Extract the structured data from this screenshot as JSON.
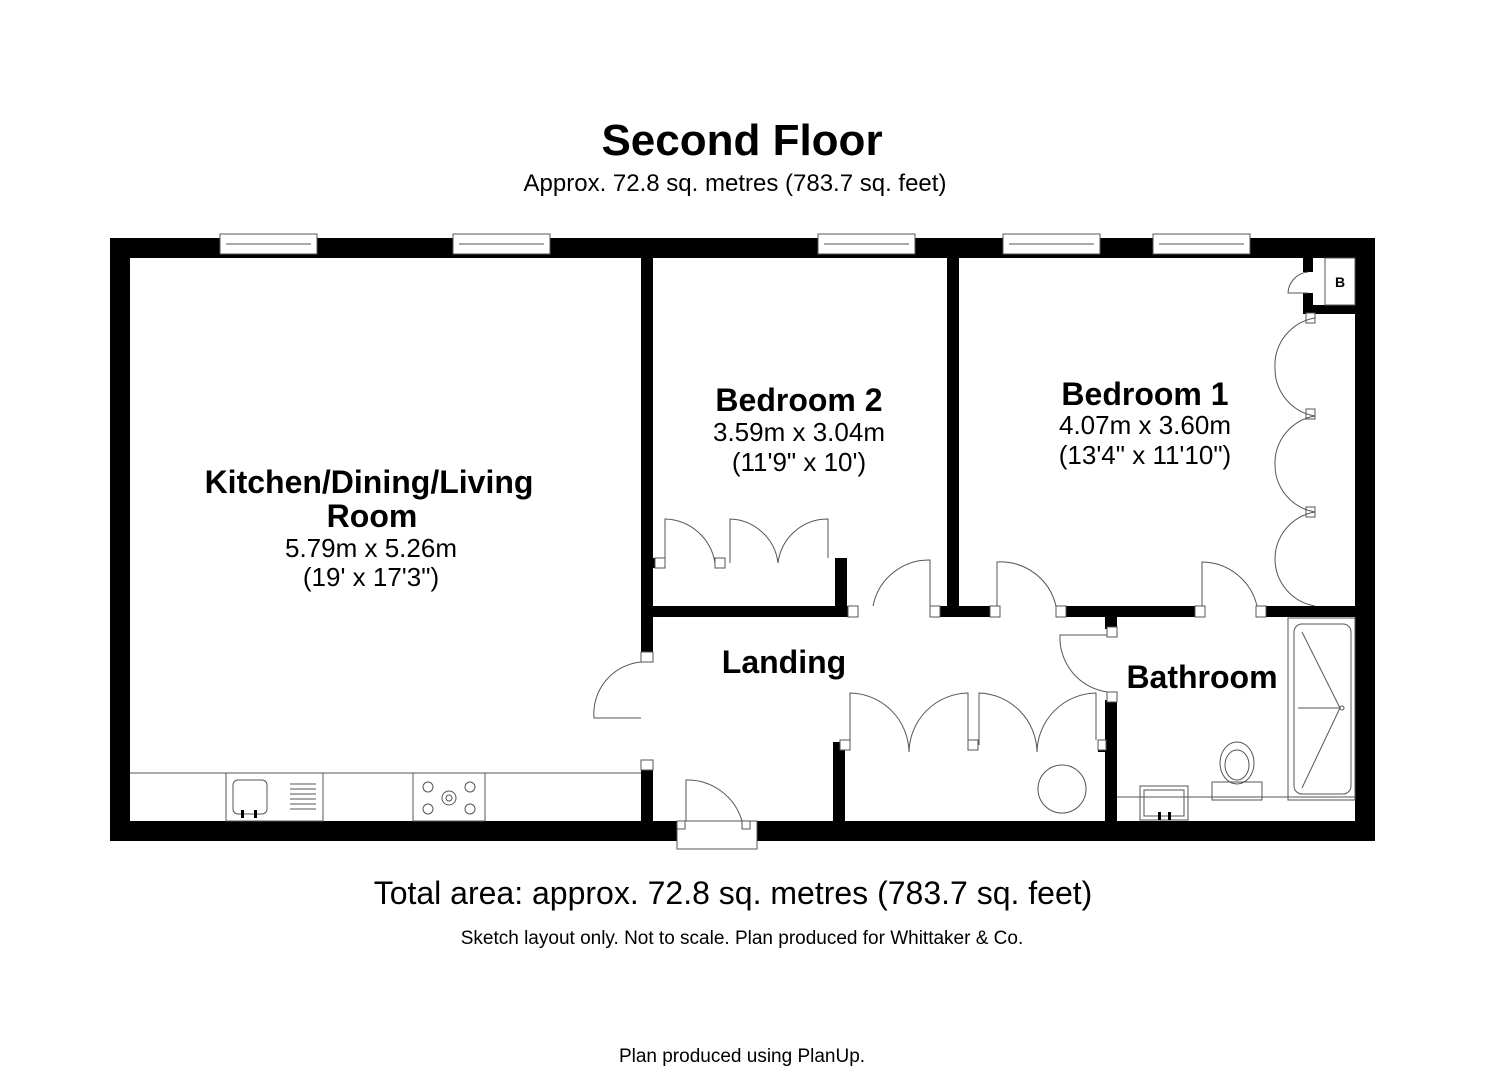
{
  "header": {
    "title": "Second Floor",
    "subtitle": "Approx. 72.8 sq. metres (783.7 sq. feet)"
  },
  "rooms": {
    "kitchen": {
      "name_line1": "Kitchen/Dining/Living",
      "name_line2": "Room",
      "metric": "5.79m x 5.26m",
      "imperial": "(19' x 17'3\")"
    },
    "bedroom2": {
      "name": "Bedroom 2",
      "metric": "3.59m x 3.04m",
      "imperial": "(11'9\" x 10')"
    },
    "bedroom1": {
      "name": "Bedroom 1",
      "metric": "4.07m x 3.60m",
      "imperial": "(13'4\" x 11'10\")"
    },
    "landing": {
      "name": "Landing"
    },
    "bathroom": {
      "name": "Bathroom"
    },
    "boiler": {
      "label": "B"
    }
  },
  "footer": {
    "total": "Total area: approx. 72.8 sq. metres (783.7 sq. feet)",
    "note": "Sketch layout only. Not to scale. Plan produced for Whittaker & Co.",
    "credit": "Plan produced using PlanUp."
  }
}
